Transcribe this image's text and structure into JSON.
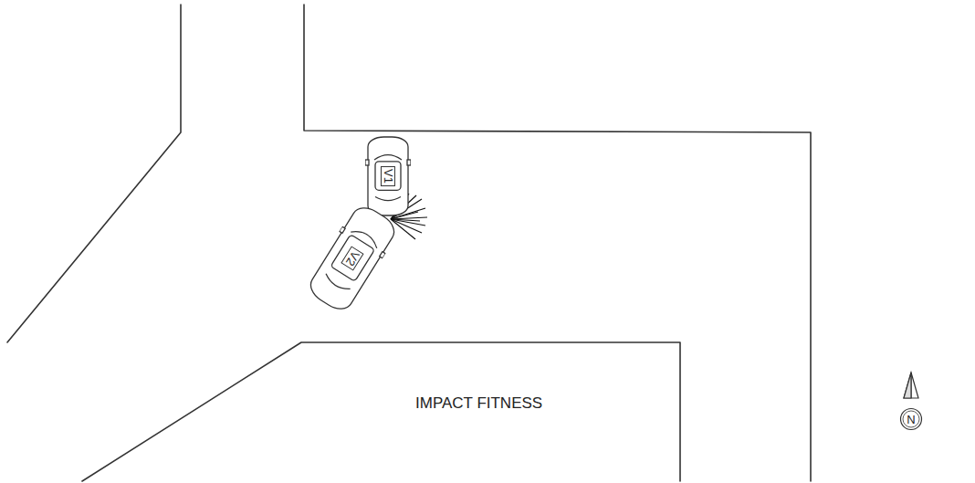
{
  "diagram": {
    "nodes": [
      {
        "text": [
          "V1"
        ]
      },
      {
        "text": [
          "V2"
        ]
      },
      {
        "text": [
          "N"
        ]
      }
    ],
    "labels": [
      "IMPACT FITNESS"
    ]
  }
}
